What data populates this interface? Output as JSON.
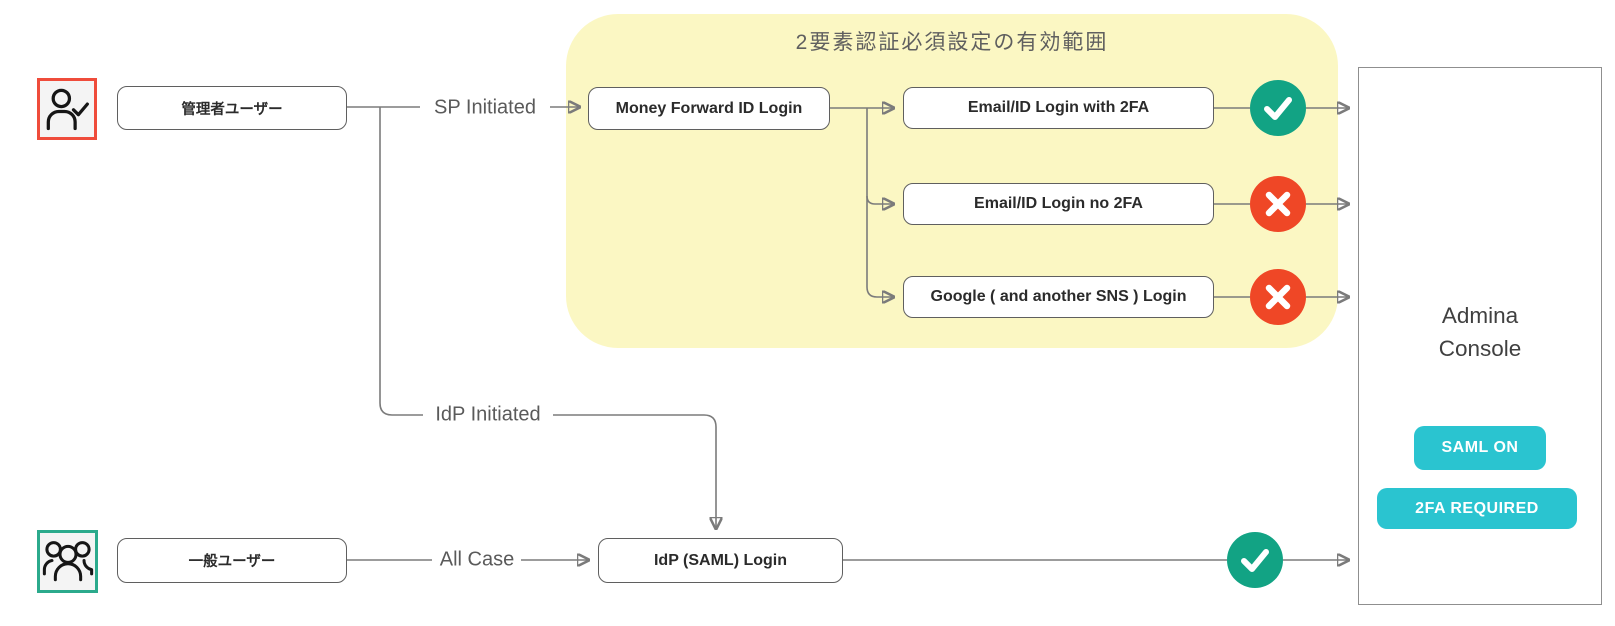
{
  "diagram": {
    "region_title": "2要素認証必須設定の有効範囲"
  },
  "nodes": {
    "admin_user": "管理者ユーザー",
    "general_user": "一般ユーザー",
    "mf_login": "Money Forward ID Login",
    "email_with_2fa": "Email/ID Login with 2FA",
    "email_no_2fa": "Email/ID Login no 2FA",
    "google_login": "Google ( and another SNS ) Login",
    "idp_saml_login": "IdP (SAML) Login"
  },
  "edges": {
    "sp_initiated": "SP Initiated",
    "idp_initiated": "IdP Initiated",
    "all_case": "All Case"
  },
  "console": {
    "title": "Admina\nConsole",
    "badges": [
      {
        "label": "SAML ON"
      },
      {
        "label": "2FA REQUIRED"
      }
    ]
  },
  "status_icons": [
    {
      "icon": "check-circle-icon",
      "meaning": "allowed",
      "target": "Email/ID Login with 2FA"
    },
    {
      "icon": "cross-circle-icon",
      "meaning": "denied",
      "target": "Email/ID Login no 2FA"
    },
    {
      "icon": "cross-circle-icon",
      "meaning": "denied",
      "target": "Google ( and another SNS ) Login"
    },
    {
      "icon": "check-circle-icon",
      "meaning": "allowed",
      "target": "IdP (SAML) Login"
    }
  ],
  "icons": {
    "admin": "user-check-icon",
    "general": "users-group-icon",
    "allowed": "check-circle-icon",
    "denied": "cross-circle-icon"
  },
  "colors": {
    "success": "#12A384",
    "error": "#EF4726",
    "badge_bg": "#2AC4D0",
    "badge_text": "#FFFFFF",
    "region_bg": "#FBF7C3",
    "admin_frame": "#EF4C3B",
    "general_frame": "#2BAA8C",
    "line": "#7B7B7B",
    "node_border": "#5F5F5F"
  }
}
